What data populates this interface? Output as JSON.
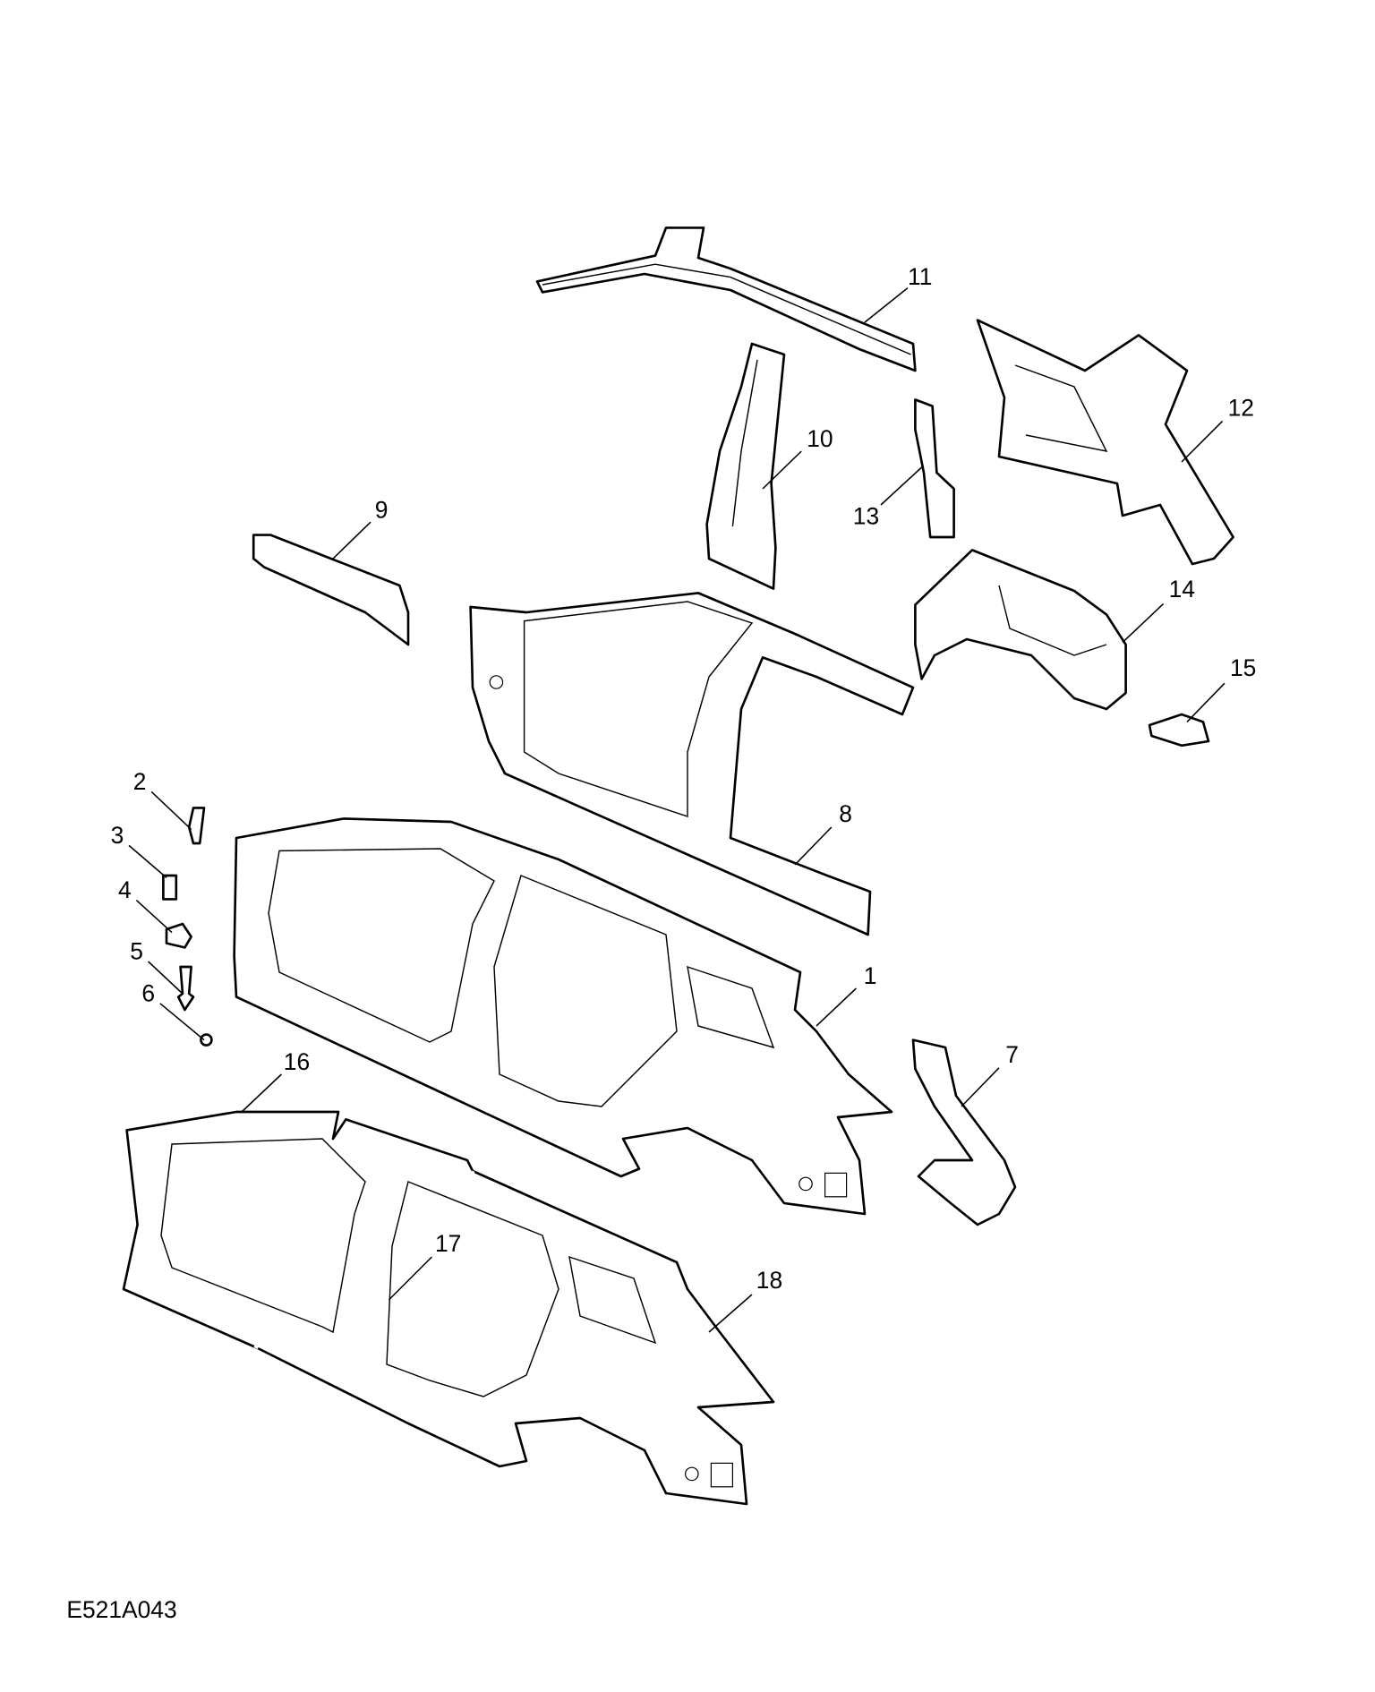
{
  "diagram": {
    "code": "E521A043",
    "callouts": [
      "1",
      "2",
      "3",
      "4",
      "5",
      "6",
      "7",
      "8",
      "9",
      "10",
      "11",
      "12",
      "13",
      "14",
      "15",
      "16",
      "17",
      "18"
    ]
  }
}
